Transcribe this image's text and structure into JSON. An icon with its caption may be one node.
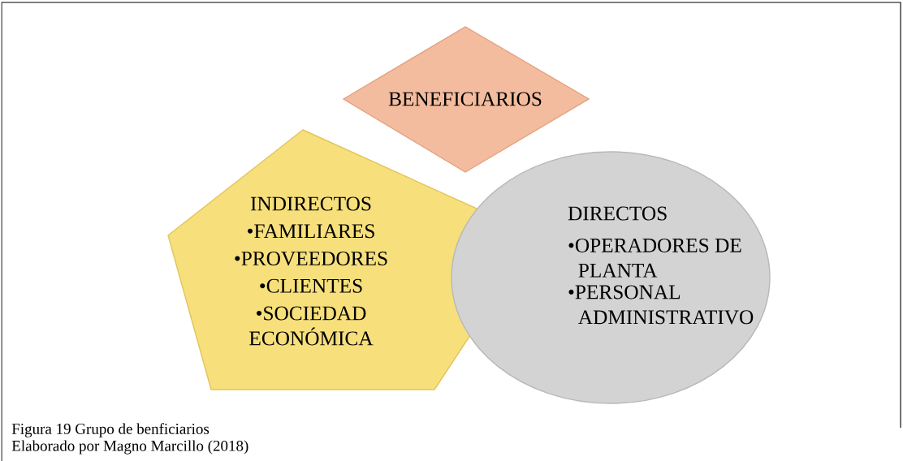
{
  "diagram": {
    "caption": "Figura 19 Grupo de benficiarios",
    "nodes": [
      {
        "text": [
          "BENEFICIARIOS"
        ]
      },
      {
        "text": [
          "INDIRECTOS",
          "•FAMILIARES",
          "•PROVEEDORES",
          "•CLIENTES",
          "•SOCIEDAD ECONÓMICA"
        ]
      },
      {
        "text": [
          "DIRECTOS",
          "•OPERADORES DE PLANTA",
          "•PERSONAL ADMINISTRATIVO"
        ]
      }
    ],
    "labels": [
      "Elaborado por Magno Marcillo (2018)"
    ]
  }
}
